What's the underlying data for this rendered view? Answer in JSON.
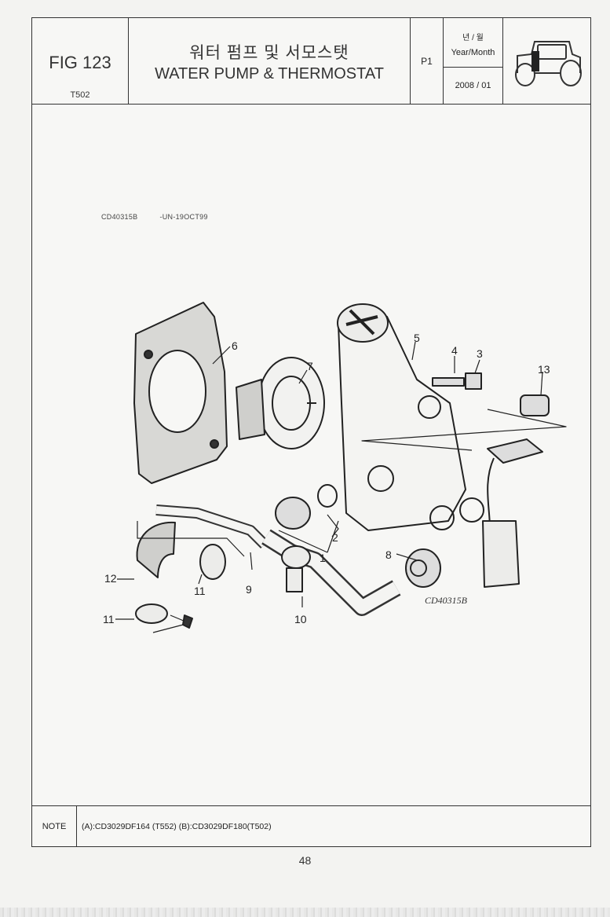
{
  "header": {
    "fig_label": "FIG 123",
    "fig_code": "T502",
    "title_ko": "워터 펌프 및 서모스탯",
    "title_en": "WATER PUMP & THERMOSTAT",
    "page": "P1",
    "date_label_ko": "년 / 월",
    "date_label_en": "Year/Month",
    "date_value": "2008 / 01",
    "logo_icon": "tractor-icon"
  },
  "diagram": {
    "id_code": "CD40315B",
    "id_stamp": "-UN-19OCT99",
    "caption": "CD40315B",
    "callouts": [
      "6",
      "7",
      "5",
      "4",
      "3",
      "13",
      "2",
      "1",
      "8",
      "12",
      "11",
      "9",
      "11",
      "10"
    ]
  },
  "note": {
    "label": "NOTE",
    "text": "(A):CD3029DF164 (T552)  (B):CD3029DF180(T502)"
  },
  "footer": {
    "page_number": "48"
  }
}
